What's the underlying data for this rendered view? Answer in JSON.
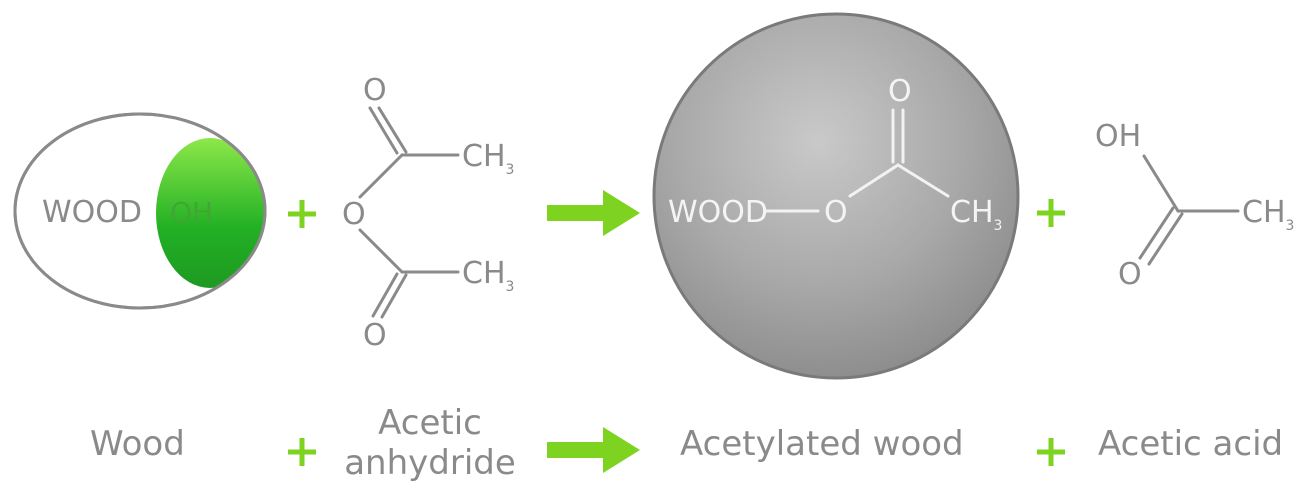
{
  "reactants": {
    "wood_label": "WOOD",
    "wood_group": "OH",
    "anhydride": {
      "o_top": "O",
      "ch3_top": "CH",
      "o_bridge": "O",
      "ch3_bottom": "CH",
      "o_bottom": "O",
      "subscript": "3"
    }
  },
  "products": {
    "acetylated": {
      "wood_label": "WOOD",
      "o_ester": "O",
      "o_carbonyl": "O",
      "ch3": "CH",
      "subscript": "3"
    },
    "acid": {
      "oh": "OH",
      "o": "O",
      "ch3": "CH",
      "subscript": "3"
    }
  },
  "captions": {
    "wood": "Wood",
    "anhydride_line1": "Acetic",
    "anhydride_line2": "anhydride",
    "acetylated": "Acetylated wood",
    "acid": "Acetic acid"
  },
  "colors": {
    "accent_green": "#7ed321",
    "text_gray": "#8a8a8a",
    "sphere_gray": "#a7a7a7"
  }
}
